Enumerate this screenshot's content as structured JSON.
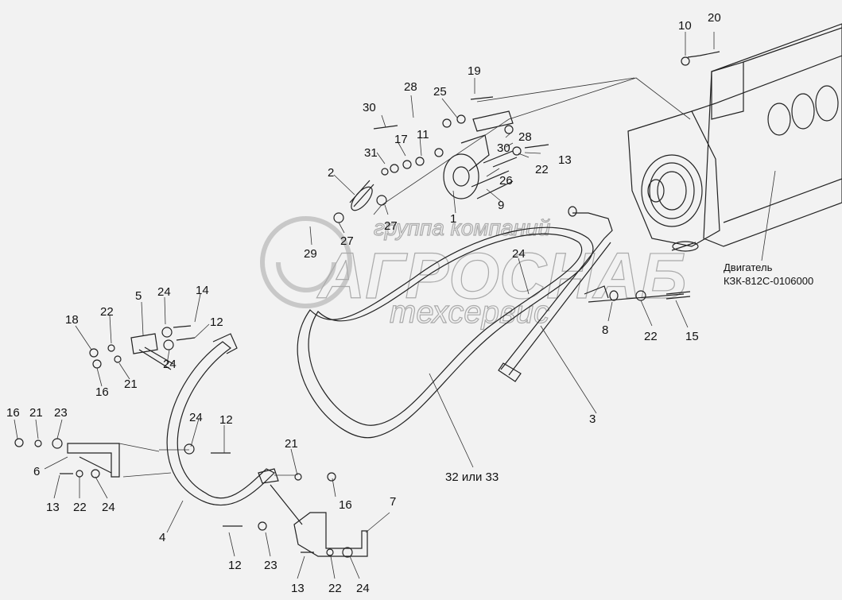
{
  "watermark": {
    "line1": "группа компаний",
    "line2": "АГРОСНАБ",
    "line3": "техсервис"
  },
  "engine_label": {
    "line1": "Двигатель",
    "line2": "КЗК-812С-0106000"
  },
  "callouts": {
    "c10": "10",
    "c20": "20",
    "c19": "19",
    "c28a": "28",
    "c25": "25",
    "c30a": "30",
    "c17": "17",
    "c11": "11",
    "c31": "31",
    "c28b": "28",
    "c30b": "30",
    "c13a": "13",
    "c22a": "22",
    "c26": "26",
    "c2": "2",
    "c9": "9",
    "c1": "1",
    "c27a": "27",
    "c27b": "27",
    "c29": "29",
    "c24a": "24",
    "c8": "8",
    "c22b": "22",
    "c15": "15",
    "c3": "3",
    "c3233": "32 или 33",
    "c5": "5",
    "c24b": "24",
    "c14": "14",
    "c22c": "22",
    "c18": "18",
    "c12a": "12",
    "c24c": "24",
    "c16a": "16",
    "c21a": "21",
    "c16b": "16",
    "c21b": "21",
    "c23a": "23",
    "c24d": "24",
    "c12b": "12",
    "c6": "6",
    "c21c": "21",
    "c13b": "13",
    "c22d": "22",
    "c24e": "24",
    "c16c": "16",
    "c4": "4",
    "c7": "7",
    "c12c": "12",
    "c23b": "23",
    "c13c": "13",
    "c22e": "22",
    "c24f": "24"
  }
}
